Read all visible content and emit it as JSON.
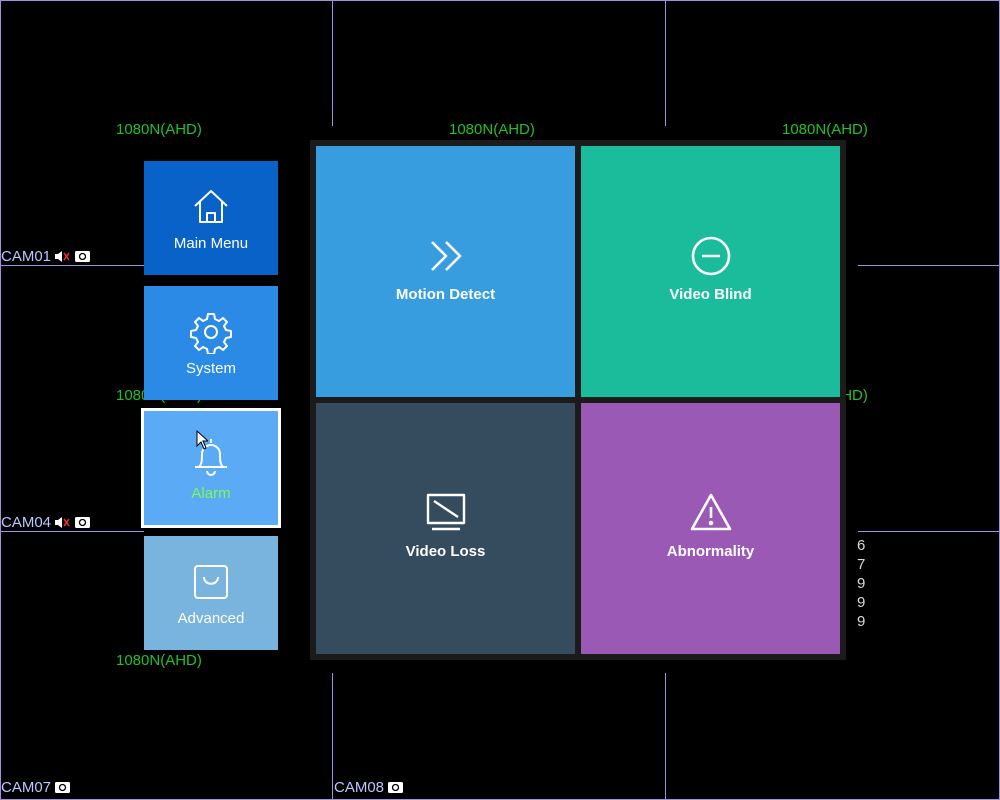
{
  "grid": {
    "line_color": "#a58fe0",
    "resolution_labels": [
      "1080N(AHD)",
      "1080N(AHD)",
      "1080N(AHD)",
      "1080N(AHD)",
      "1080N(AHD)",
      "1080N(AHD)"
    ],
    "cameras": [
      {
        "name": "CAM01",
        "audio_icon": "audio-muted-icon",
        "record_icon": "record-icon"
      },
      {
        "name": "CAM04",
        "audio_icon": "audio-muted-icon",
        "record_icon": "record-icon"
      },
      {
        "name": "CAM07",
        "record_icon": "record-icon"
      },
      {
        "name": "CAM08",
        "record_icon": "record-icon"
      }
    ],
    "partial_digits": [
      "6",
      "7",
      "9",
      "9",
      "9"
    ]
  },
  "sidebar": {
    "items": [
      {
        "label": "Main Menu",
        "icon": "home-icon",
        "color": "#0862c8"
      },
      {
        "label": "System",
        "icon": "gear-icon",
        "color": "#2a8ae6"
      },
      {
        "label": "Alarm",
        "icon": "bell-icon",
        "color": "#5aaaf5",
        "active": true
      },
      {
        "label": "Advanced",
        "icon": "shopping-bag-icon",
        "color": "#78b4dd"
      }
    ]
  },
  "alarm_menu": {
    "tiles": [
      {
        "label": "Motion Detect",
        "icon": "double-chevron-right-icon",
        "color": "#379ddf"
      },
      {
        "label": "Video Blind",
        "icon": "minus-circle-icon",
        "color": "#1abc9c"
      },
      {
        "label": "Video Loss",
        "icon": "monitor-slash-icon",
        "color": "#344c5e"
      },
      {
        "label": "Abnormality",
        "icon": "warning-triangle-icon",
        "color": "#9b59b6"
      }
    ]
  }
}
